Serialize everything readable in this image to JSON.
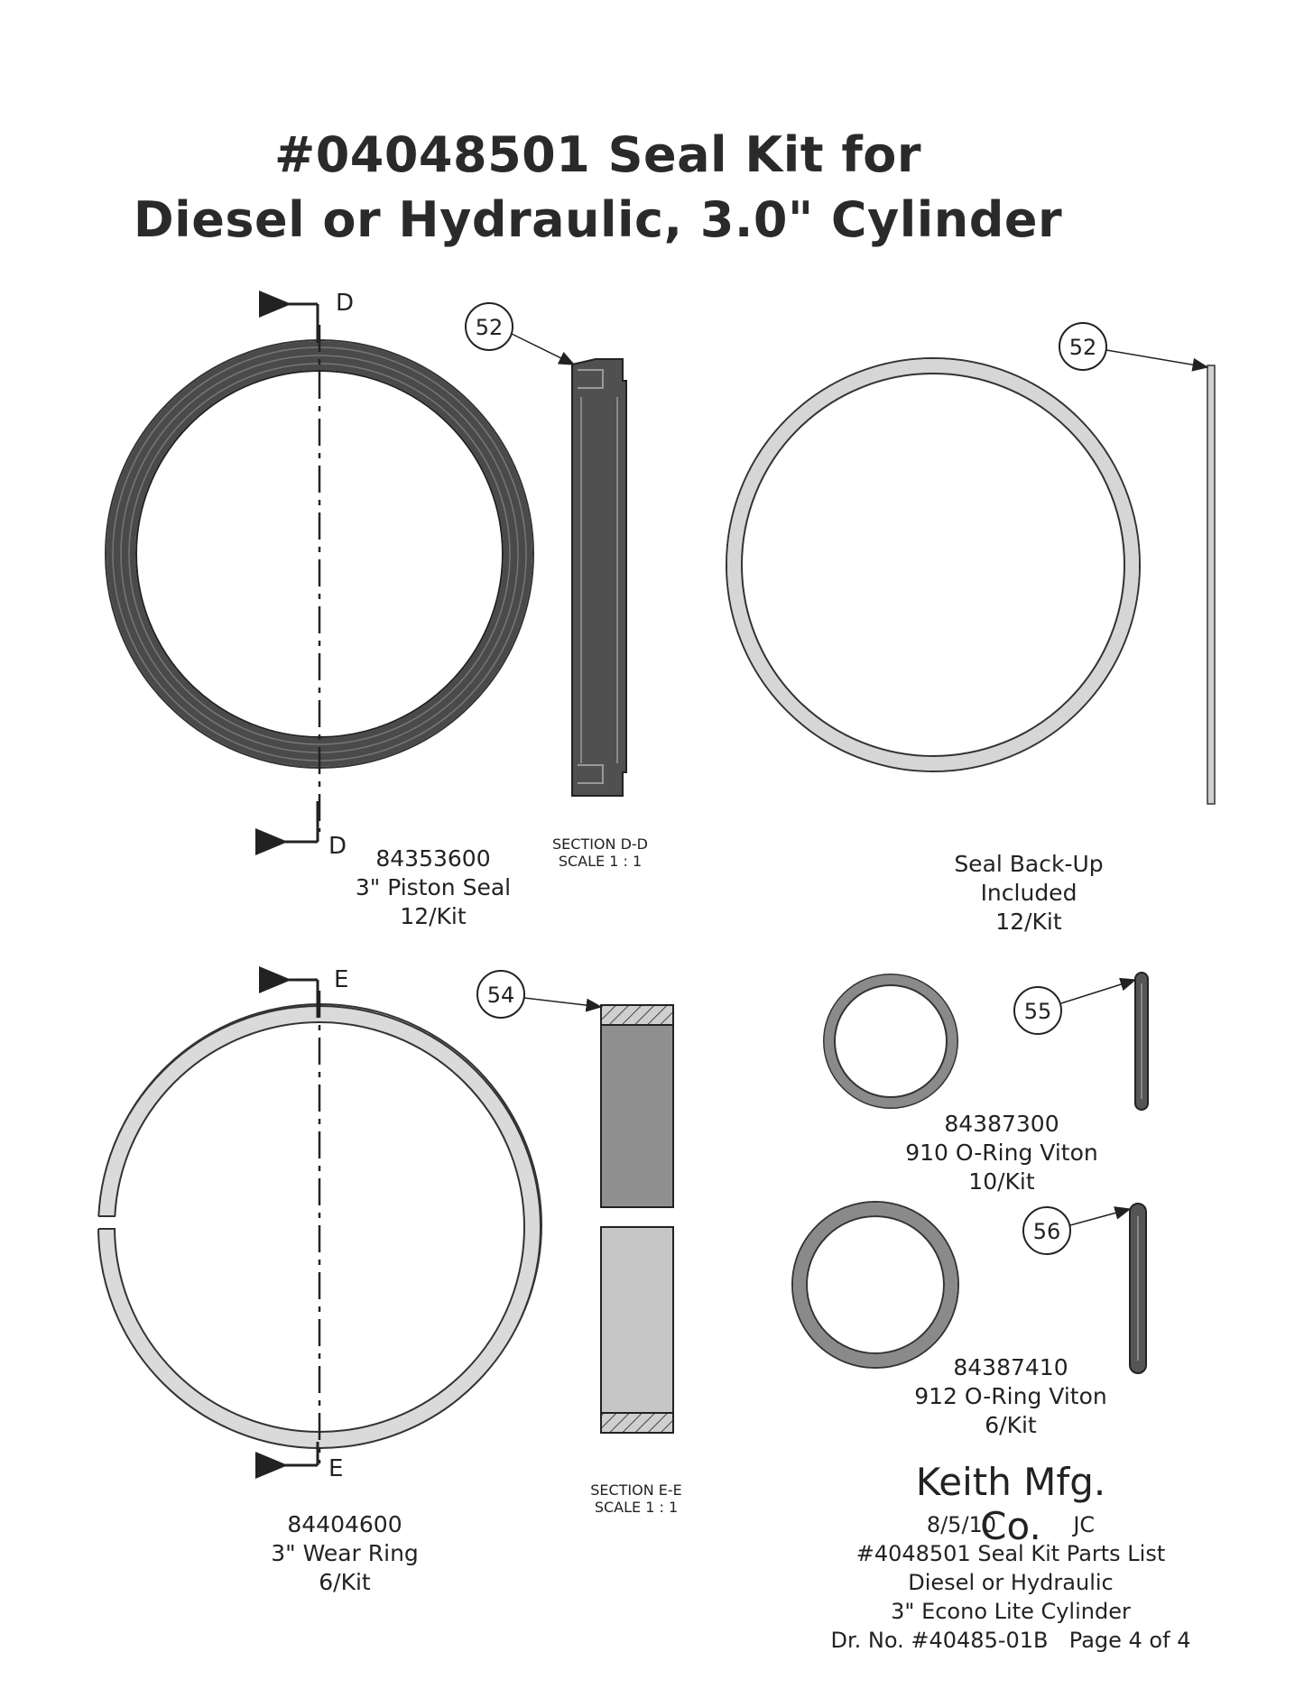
{
  "title": {
    "line1": "#04048501 Seal Kit for",
    "line2": "Diesel or Hydraulic, 3.0\" Cylinder"
  },
  "section_markers": {
    "d": "D",
    "e": "E"
  },
  "callouts": {
    "c52a": "52",
    "c52b": "52",
    "c54": "54",
    "c55": "55",
    "c56": "56"
  },
  "piston_seal": {
    "part_no": "84353600",
    "name": "3\" Piston Seal",
    "qty": "12/Kit"
  },
  "section_dd": {
    "name": "SECTION D-D",
    "scale": "SCALE 1 : 1"
  },
  "backup": {
    "line1": "Seal Back-Up",
    "line2": "Included",
    "qty": "12/Kit"
  },
  "wear_ring": {
    "part_no": "84404600",
    "name": "3\" Wear Ring",
    "qty": "6/Kit"
  },
  "section_ee": {
    "name": "SECTION E-E",
    "scale": "SCALE 1 : 1"
  },
  "oring_910": {
    "part_no": "84387300",
    "name": "910 O-Ring Viton",
    "qty": "10/Kit"
  },
  "oring_912": {
    "part_no": "84387410",
    "name": "912 O-Ring Viton",
    "qty": "6/Kit"
  },
  "title_block": {
    "company": "Keith Mfg. Co.",
    "date": "8/5/10",
    "initials": "JC",
    "line2": "#4048501 Seal Kit Parts List",
    "line3": "Diesel or Hydraulic",
    "line4": "3\" Econo Lite Cylinder",
    "drawing_no": "Dr. No. #40485-01B",
    "page": "Page 4 of 4"
  },
  "colors": {
    "dark_ring": "#555555",
    "light_ring": "#d8d8d8",
    "wear_dark": "#8f8f8f",
    "wear_light": "#c4c4c4",
    "line": "#222222"
  }
}
